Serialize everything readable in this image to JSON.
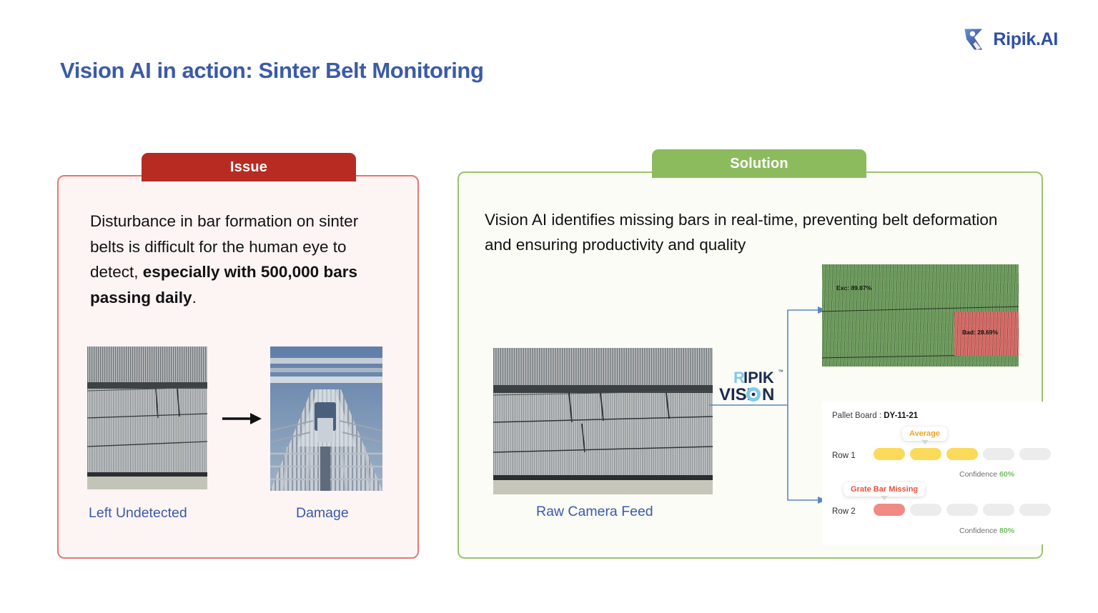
{
  "brand": {
    "name": "Ripik.AI",
    "logo_icon": "ripik-logo-mark",
    "accent": "#2f4fa8"
  },
  "title": "Vision AI in action: Sinter Belt Monitoring",
  "issue": {
    "tab_label": "Issue",
    "tab_color": "#b82b22",
    "border_color": "#e8776f",
    "background_color": "#fdf4f4",
    "body_plain_1": "Disturbance in bar formation on sinter belts is difficult for the human eye to detect, ",
    "body_bold": "especially with 500,000 bars passing daily",
    "body_plain_2": ".",
    "arrow_icon": "right-arrow-icon",
    "photos": [
      {
        "caption": "Left Undetected",
        "alt": "sinter-belt-grayscale-photo"
      },
      {
        "caption": "Damage",
        "alt": "damaged-grate-bars-photo"
      }
    ]
  },
  "solution": {
    "tab_label": "Solution",
    "tab_color": "#8cbb5e",
    "border_color": "#9bc46a",
    "background_color": "#fbfcf6",
    "body": "Vision AI identifies missing bars in real-time, preventing belt deformation and ensuring productivity and quality",
    "camera_caption": "Raw Camera Feed",
    "engine_logo": {
      "line1_r": "R",
      "line1_rest": "IPIK",
      "line2_a": "VISI",
      "line2_b": "N",
      "trademark": "™",
      "eye_icon": "vision-eye-icon",
      "light_color": "#7ecbe8",
      "dark_color": "#1b2a52"
    },
    "detection": {
      "good_label": "Exc: 89.07%",
      "bad_label": "Bad: 28.69%",
      "good_color": "#6fa05e",
      "bad_color": "#dd6d68"
    },
    "pallet": {
      "title_prefix": "Pallet Board : ",
      "title_id": "DY-11-21",
      "tooltip_average": "Average",
      "tooltip_missing": "Grate Bar Missing",
      "average_color": "#f5a524",
      "missing_color": "#e8503a",
      "rows": [
        {
          "label": "Row 1",
          "pills": [
            "yellow",
            "yellow",
            "yellow",
            "empty",
            "empty"
          ],
          "confidence_label": "Confidence ",
          "confidence_value": "60%"
        },
        {
          "label": "Row 2",
          "pills": [
            "red",
            "empty",
            "empty",
            "empty",
            "empty"
          ],
          "confidence_label": "Confidence ",
          "confidence_value": "80%"
        }
      ]
    },
    "connector_icon": "branching-arrow-connector"
  }
}
